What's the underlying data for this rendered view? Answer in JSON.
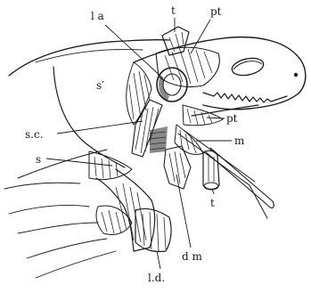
{
  "figure": {
    "labels": {
      "la": "l a",
      "t_top": "t",
      "pt_top": "pt",
      "s_prime": "s′",
      "sc": "s.c.",
      "s": "s",
      "pt_mid": "pt",
      "m": "m",
      "t_low": "t",
      "dm": "d m",
      "ld": "l.d."
    }
  }
}
